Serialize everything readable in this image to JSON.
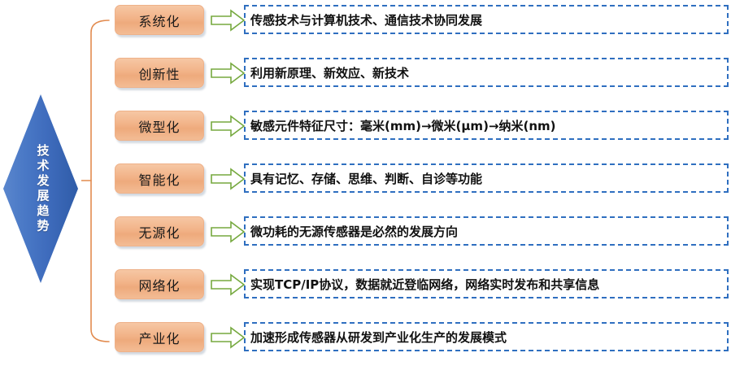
{
  "diagram": {
    "center": {
      "label": "技术发展趋势",
      "shape": "diamond",
      "color": "#4472c4"
    },
    "tag_color": "#f2b388",
    "arrow_color": "#76a93f",
    "desc_border_color": "#2f6fc0",
    "connector_color": "#e28b4f",
    "rows": [
      {
        "tag": "系统化",
        "desc": "传感技术与计算机技术、通信技术协同发展"
      },
      {
        "tag": "创新性",
        "desc": "利用新原理、新效应、新技术"
      },
      {
        "tag": "微型化",
        "desc": "敏感元件特征尺寸：毫米(mm)→微米(μm)→纳米(nm)"
      },
      {
        "tag": "智能化",
        "desc": "具有记忆、存储、思维、判断、自诊等功能"
      },
      {
        "tag": "无源化",
        "desc": "微功耗的无源传感器是必然的发展方向"
      },
      {
        "tag": "网络化",
        "desc": "实现TCP/IP协议，数据就近登临网络，网络实时发布和共享信息"
      },
      {
        "tag": "产业化",
        "desc": "加速形成传感器从研发到产业化生产的发展模式"
      }
    ]
  }
}
